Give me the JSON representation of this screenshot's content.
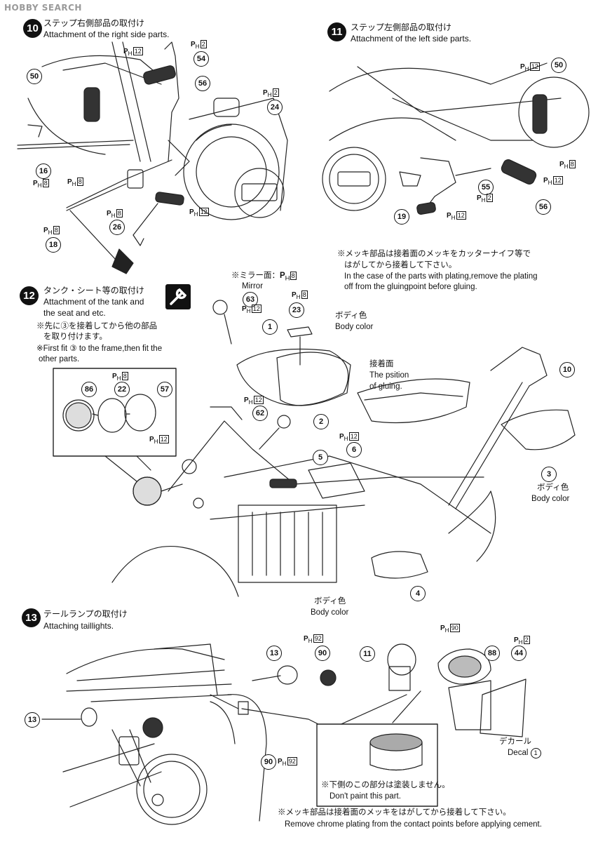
{
  "watermark": "HOBBY SEARCH",
  "step10": {
    "num": "10",
    "title_jp": "ステップ右側部品の取付け",
    "title_en": "Attachment of the right side parts."
  },
  "step11": {
    "num": "11",
    "title_jp": "ステップ左側部品の取付け",
    "title_en": "Attachment of the left side parts."
  },
  "step12": {
    "num": "12",
    "title_jp": "タンク・シート等の取付け",
    "title_en1": "Attachment of the tank and",
    "title_en2": "the seat and etc.",
    "note_jp1": "※先に③を接着してから他の部品",
    "note_jp2": "を取り付けます。",
    "note_en1": "※First fit ③ to the frame,then fit the",
    "note_en2": "other parts."
  },
  "step13": {
    "num": "13",
    "title_jp": "テールランプの取付け",
    "title_en": "Attaching taillights."
  },
  "plating_note": {
    "jp1": "※メッキ部品は接着面のメッキをカッターナイフ等で",
    "jp2": "はがしてから接着して下さい。",
    "en1": "In the case of the parts with plating,remove the plating",
    "en2": "off from the gluingpoint before gluing."
  },
  "labels": {
    "mirror_jp": "※ミラー面：",
    "mirror_en": "Mirror",
    "body_color_jp": "ボディ色",
    "body_color_en": "Body color",
    "glue_jp": "接着面",
    "glue_en1": "The psition",
    "glue_en2": "of gluing.",
    "decal_jp": "デカール",
    "decal_en": "Decal",
    "nopaint_jp": "※下側のこの部分は塗装しません。",
    "nopaint_en": "Don't paint this part.",
    "chrome_jp": "※メッキ部品は接着面のメッキをはがしてから接着して下さい。",
    "chrome_en": "Remove chrome plating from the contact points before applying cement."
  },
  "ph_prefix": "P",
  "ph_sub": "H",
  "parts": {
    "p54": "54",
    "p56": "56",
    "p50": "50",
    "p24": "24",
    "p16": "16",
    "p26": "26",
    "p18": "18",
    "p50b": "50",
    "p55": "55",
    "p56b": "56",
    "p19": "19",
    "p63": "63",
    "p23": "23",
    "p1": "1",
    "p2": "2",
    "p62": "62",
    "p86": "86",
    "p22": "22",
    "p57": "57",
    "p6": "6",
    "p5": "5",
    "p10": "10",
    "p3": "3",
    "p4": "4",
    "p3note": "3",
    "p13a": "13",
    "p90a": "90",
    "p11": "11",
    "p88": "88",
    "p44": "44",
    "p13b": "13",
    "p90b": "90",
    "decal_no": "1"
  },
  "ph": {
    "a": "12",
    "b": "2",
    "c": "2",
    "d": "8",
    "e": "8",
    "f": "8",
    "g": "12",
    "h": "8",
    "i": "12",
    "j": "8",
    "k": "12",
    "l": "2",
    "m": "12",
    "n": "8",
    "o": "12",
    "p": "8",
    "q": "12",
    "r": "8",
    "s": "12",
    "t": "12",
    "u": "92",
    "v": "90",
    "w": "2",
    "x": "92"
  }
}
